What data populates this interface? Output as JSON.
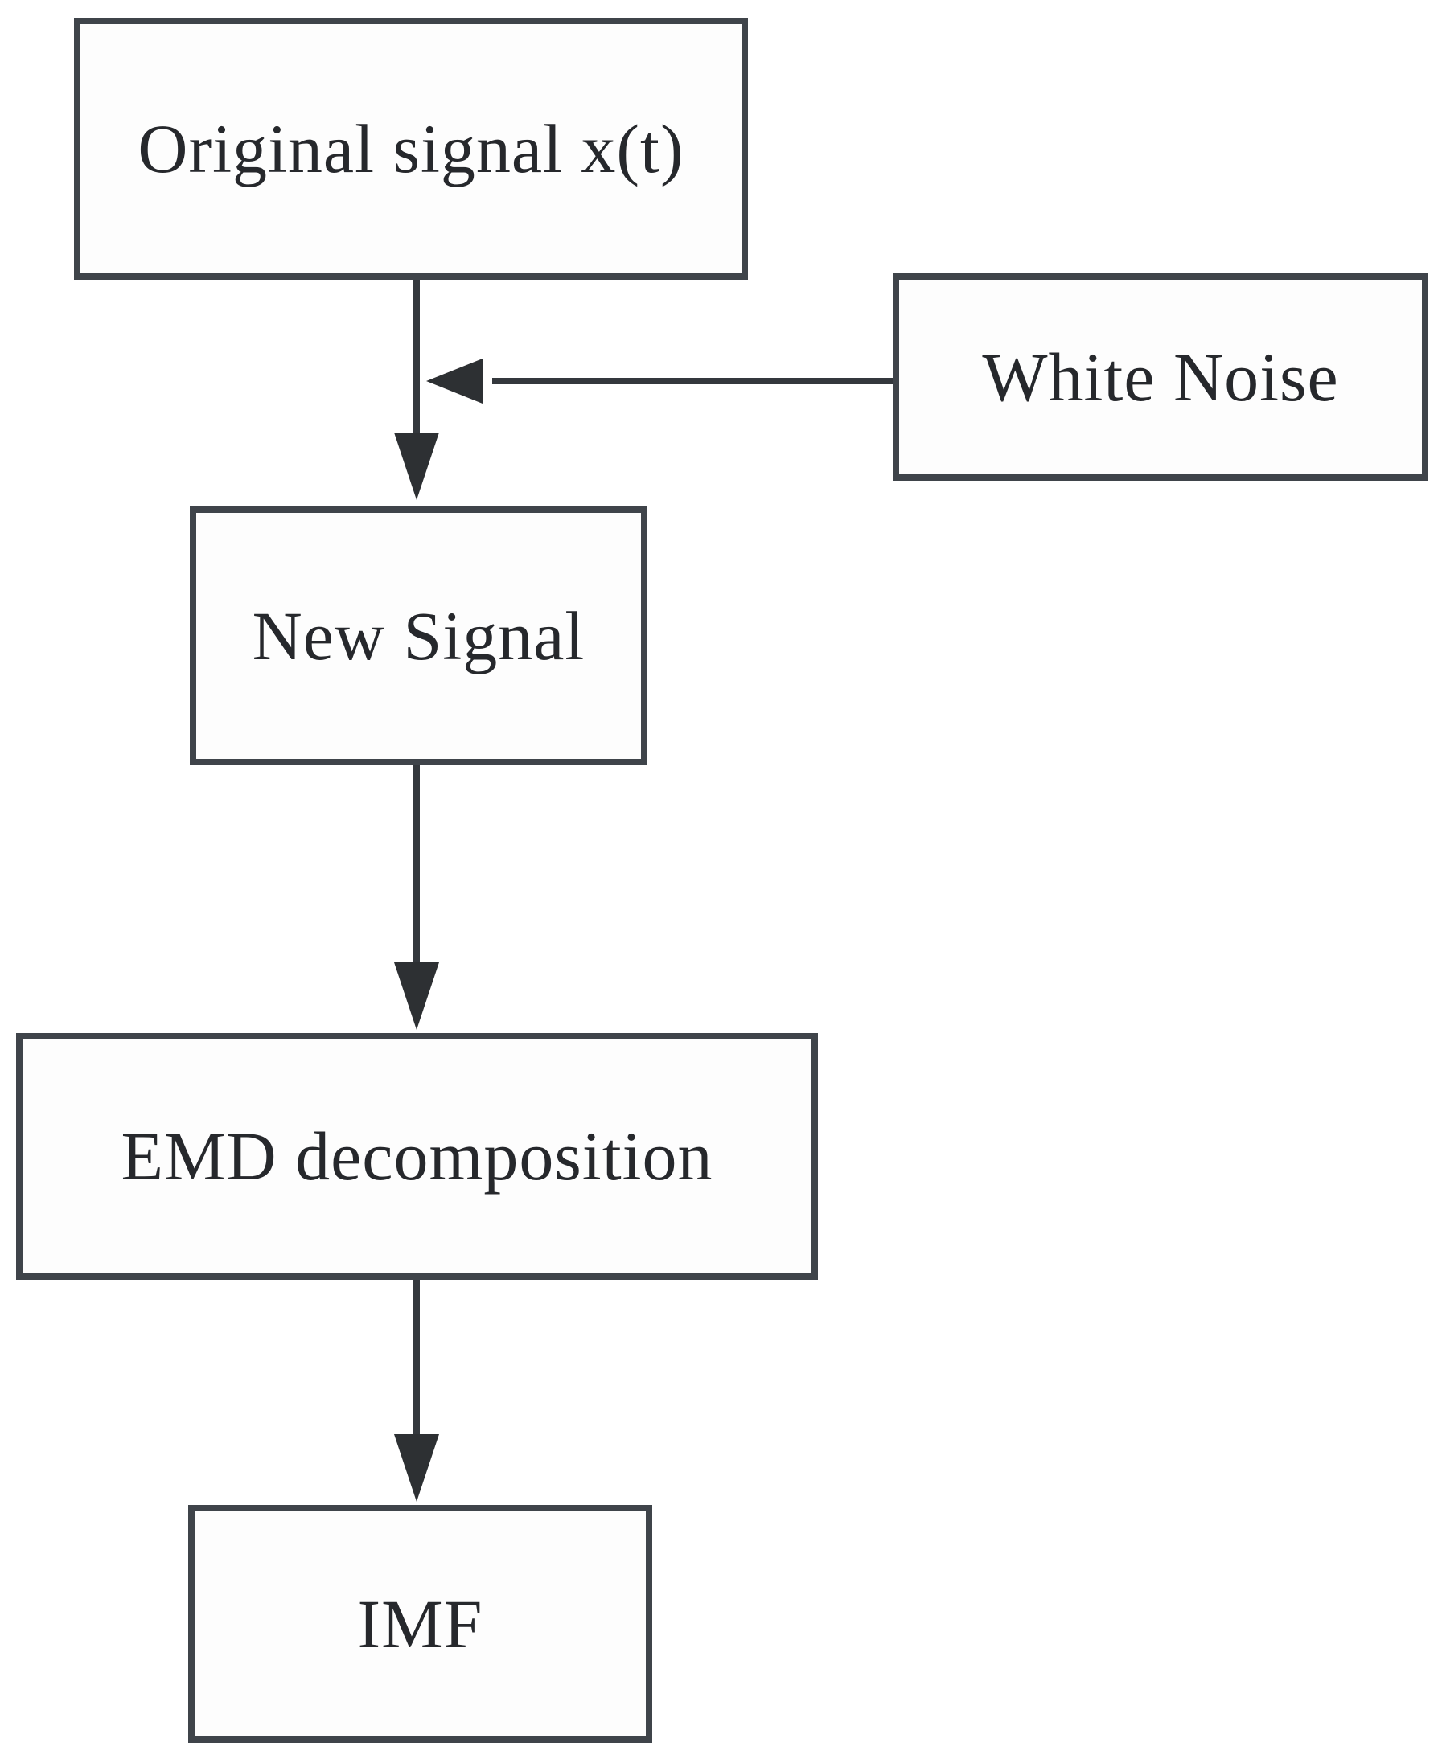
{
  "figure": {
    "type": "flowchart",
    "description": "EMD decomposition flow: white noise is added to the original signal, the new signal is decomposed by EMD into IMFs"
  },
  "nodes": [
    {
      "id": "original-signal",
      "label": "Original signal x(t)"
    },
    {
      "id": "white-noise",
      "label": "White Noise"
    },
    {
      "id": "new-signal",
      "label": "New Signal"
    },
    {
      "id": "emd",
      "label": "EMD decomposition"
    },
    {
      "id": "imf",
      "label": "IMF"
    }
  ],
  "edges": [
    {
      "from": "original-signal",
      "to": "new-signal",
      "direction": "down",
      "note": "white-noise arrow merges into this connector"
    },
    {
      "from": "white-noise",
      "to": "original-signal-connector",
      "direction": "left"
    },
    {
      "from": "new-signal",
      "to": "emd",
      "direction": "down"
    },
    {
      "from": "emd",
      "to": "imf",
      "direction": "down"
    }
  ],
  "colors": {
    "background": "#ffffff",
    "box_fill": "#fdfdfd",
    "border": "#3f444a",
    "line": "#34383d",
    "arrowhead": "#2d3033",
    "text": "#26282c"
  }
}
